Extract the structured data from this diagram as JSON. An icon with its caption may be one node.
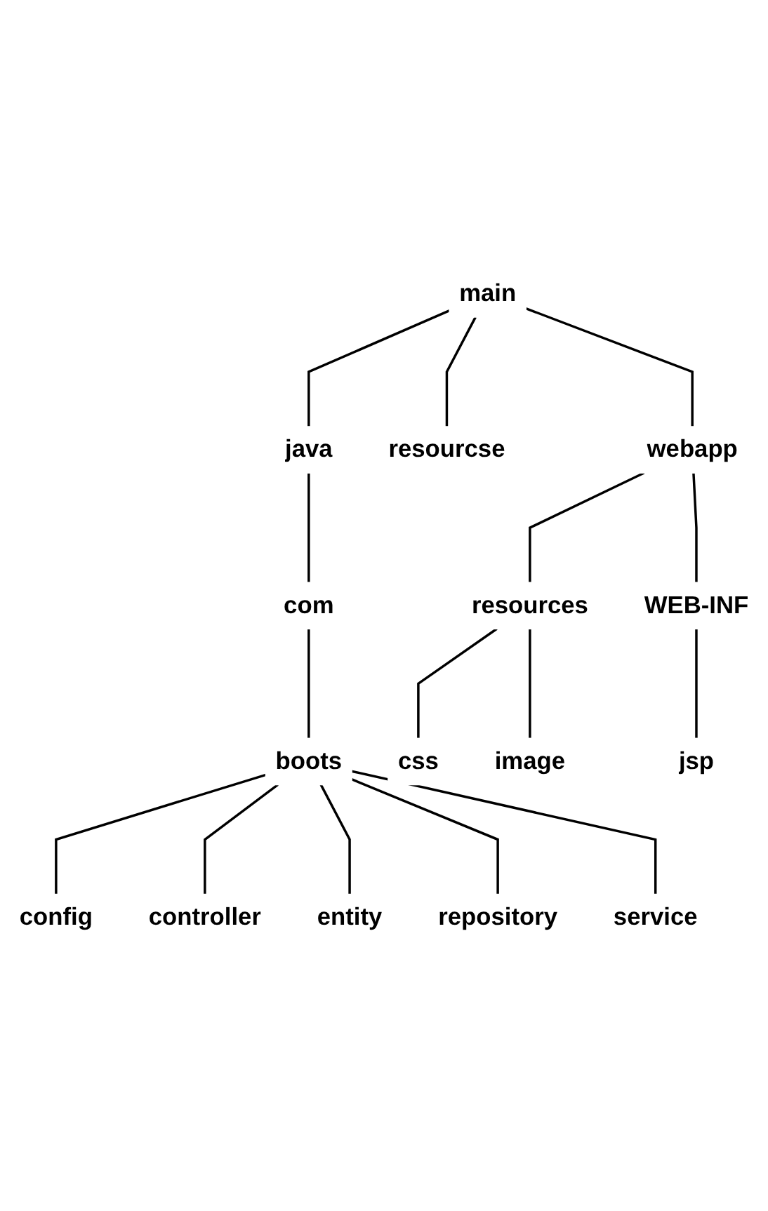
{
  "diagram": {
    "nodes": [
      {
        "text": [
          "main"
        ]
      },
      {
        "text": [
          "java"
        ]
      },
      {
        "text": [
          "com"
        ]
      },
      {
        "text": [
          "boots"
        ]
      },
      {
        "text": [
          "config"
        ]
      },
      {
        "text": [
          "controller"
        ]
      },
      {
        "text": [
          "entity"
        ]
      },
      {
        "text": [
          "repository"
        ]
      },
      {
        "text": [
          "service"
        ]
      },
      {
        "text": [
          "resourcse"
        ]
      },
      {
        "text": [
          "webapp"
        ]
      },
      {
        "text": [
          "resources"
        ]
      },
      {
        "text": [
          "css"
        ]
      },
      {
        "text": [
          "image"
        ]
      },
      {
        "text": [
          "WEB-INF"
        ]
      },
      {
        "text": [
          "jsp"
        ]
      }
    ],
    "edges": [
      {
        "from": 0,
        "to": 1,
        "arrow": "none"
      },
      {
        "from": 1,
        "to": 2,
        "arrow": "none"
      },
      {
        "from": 2,
        "to": 3,
        "arrow": "none"
      },
      {
        "from": 3,
        "to": 4,
        "arrow": "none"
      },
      {
        "from": 3,
        "to": 5,
        "arrow": "none"
      },
      {
        "from": 3,
        "to": 6,
        "arrow": "none"
      },
      {
        "from": 3,
        "to": 7,
        "arrow": "none"
      },
      {
        "from": 3,
        "to": 8,
        "arrow": "none"
      },
      {
        "from": 0,
        "to": 9,
        "arrow": "none"
      },
      {
        "from": 0,
        "to": 10,
        "arrow": "none"
      },
      {
        "from": 10,
        "to": 11,
        "arrow": "none"
      },
      {
        "from": 11,
        "to": 12,
        "arrow": "none"
      },
      {
        "from": 11,
        "to": 13,
        "arrow": "none"
      },
      {
        "from": 10,
        "to": 14,
        "arrow": "none"
      },
      {
        "from": 14,
        "to": 15,
        "arrow": "none"
      }
    ]
  }
}
